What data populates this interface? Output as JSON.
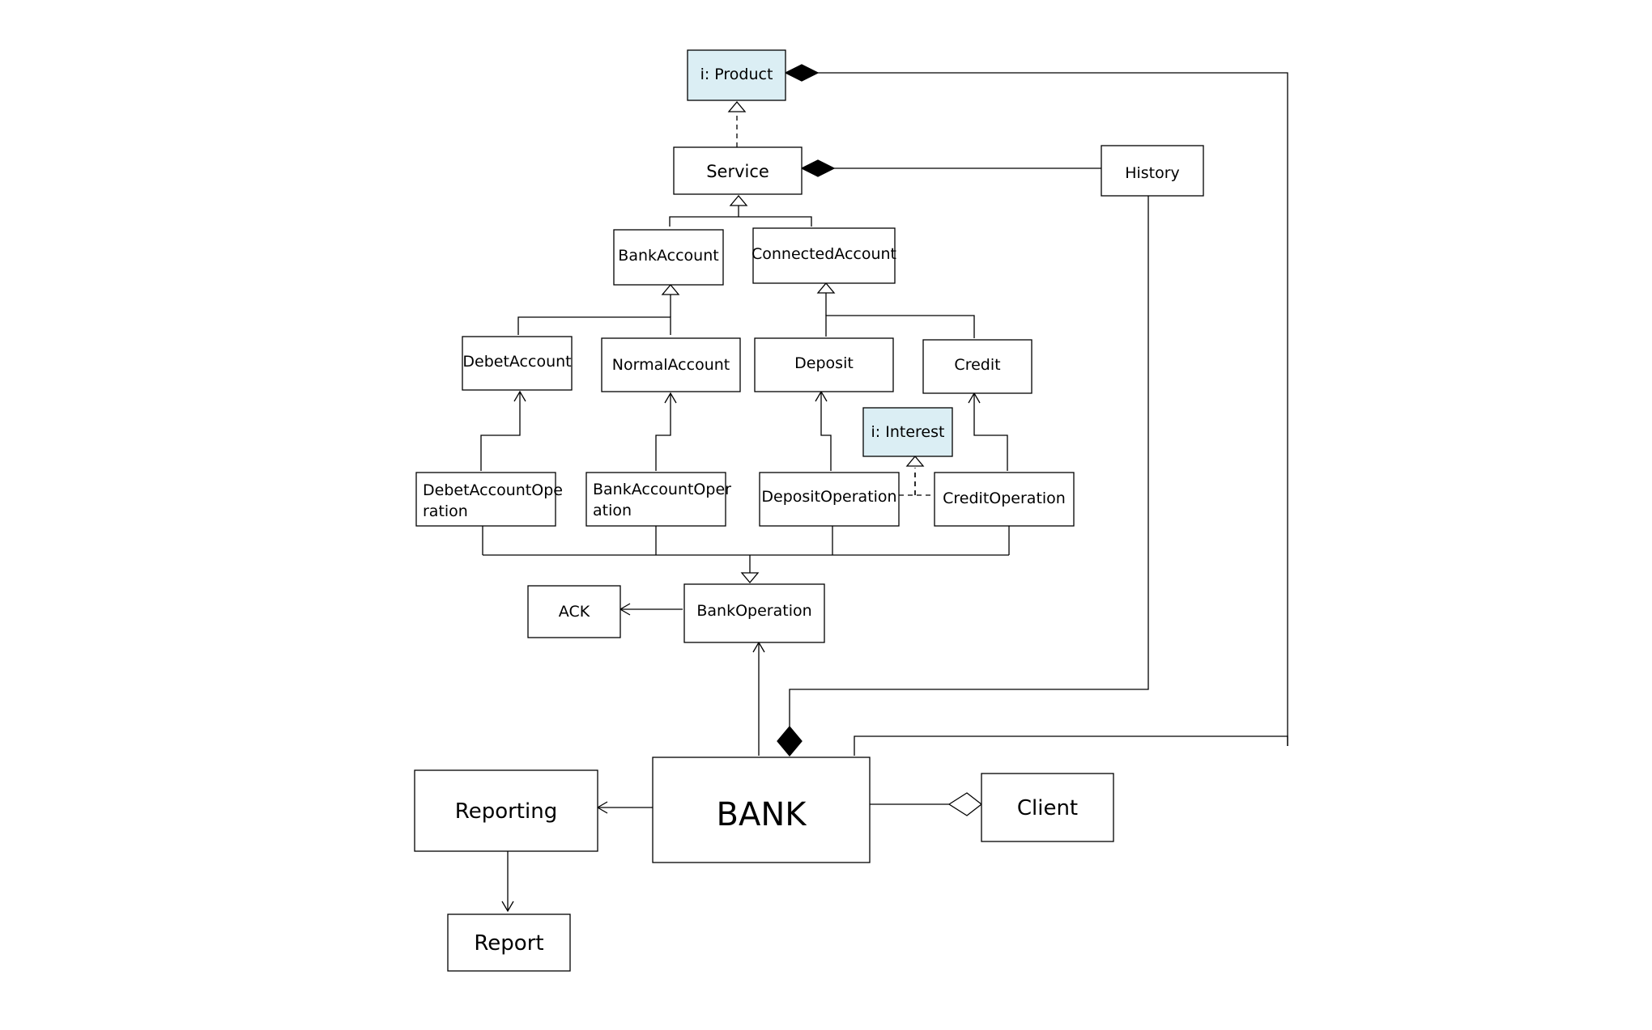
{
  "diagram": {
    "nodes": {
      "product": "i: Product",
      "service": "Service",
      "history": "History",
      "bank_account": "BankAccount",
      "connected_account": "ConnectedAccount",
      "debet_account": "DebetAccount",
      "normal_account": "NormalAccount",
      "deposit": "Deposit",
      "credit": "Credit",
      "interest": "i: Interest",
      "debet_account_operation": [
        "DebetAccountOpe",
        "ration"
      ],
      "bank_account_operation": [
        "BankAccountOper",
        "ation"
      ],
      "deposit_operation": "DepositOperation",
      "credit_operation": "CreditOperation",
      "ack": "ACK",
      "bank_operation": "BankOperation",
      "bank": "BANK",
      "reporting": "Reporting",
      "client": "Client",
      "report": "Report"
    },
    "colors": {
      "interface_fill": "#dbeef4",
      "class_fill": "#ffffff",
      "stroke": "#000000"
    }
  }
}
